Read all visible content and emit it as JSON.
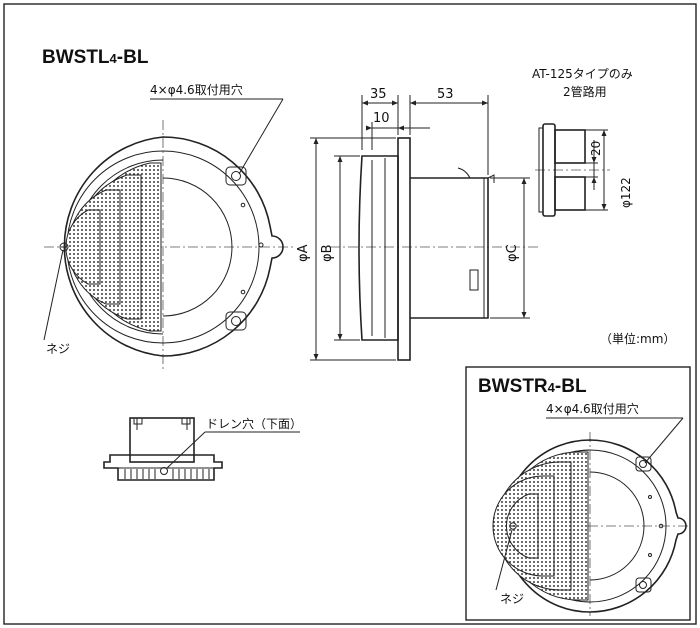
{
  "main": {
    "title": "BWSTL4-BL",
    "title_main": "BWSTL",
    "title_sub": "4",
    "title_suffix": "-BL",
    "mount_hole_label": "4×φ4.6取付用穴",
    "screw_label": "ネジ",
    "drain_label": "ドレン穴（下面）",
    "dim_35": "35",
    "dim_53": "53",
    "dim_10": "10",
    "dim_phiA": "φA",
    "dim_phiB": "φB",
    "dim_phiC": "φC",
    "unit_label": "（単位:mm）"
  },
  "at_option": {
    "line1": "AT-125タイプのみ",
    "line2": "2管路用",
    "dim_20": "20",
    "dim_phi122": "φ122"
  },
  "inset": {
    "title": "BWSTR4-BL",
    "title_main": "BWSTR",
    "title_sub": "4",
    "title_suffix": "-BL",
    "mount_hole_label": "4×φ4.6取付用穴",
    "screw_label": "ネジ"
  }
}
